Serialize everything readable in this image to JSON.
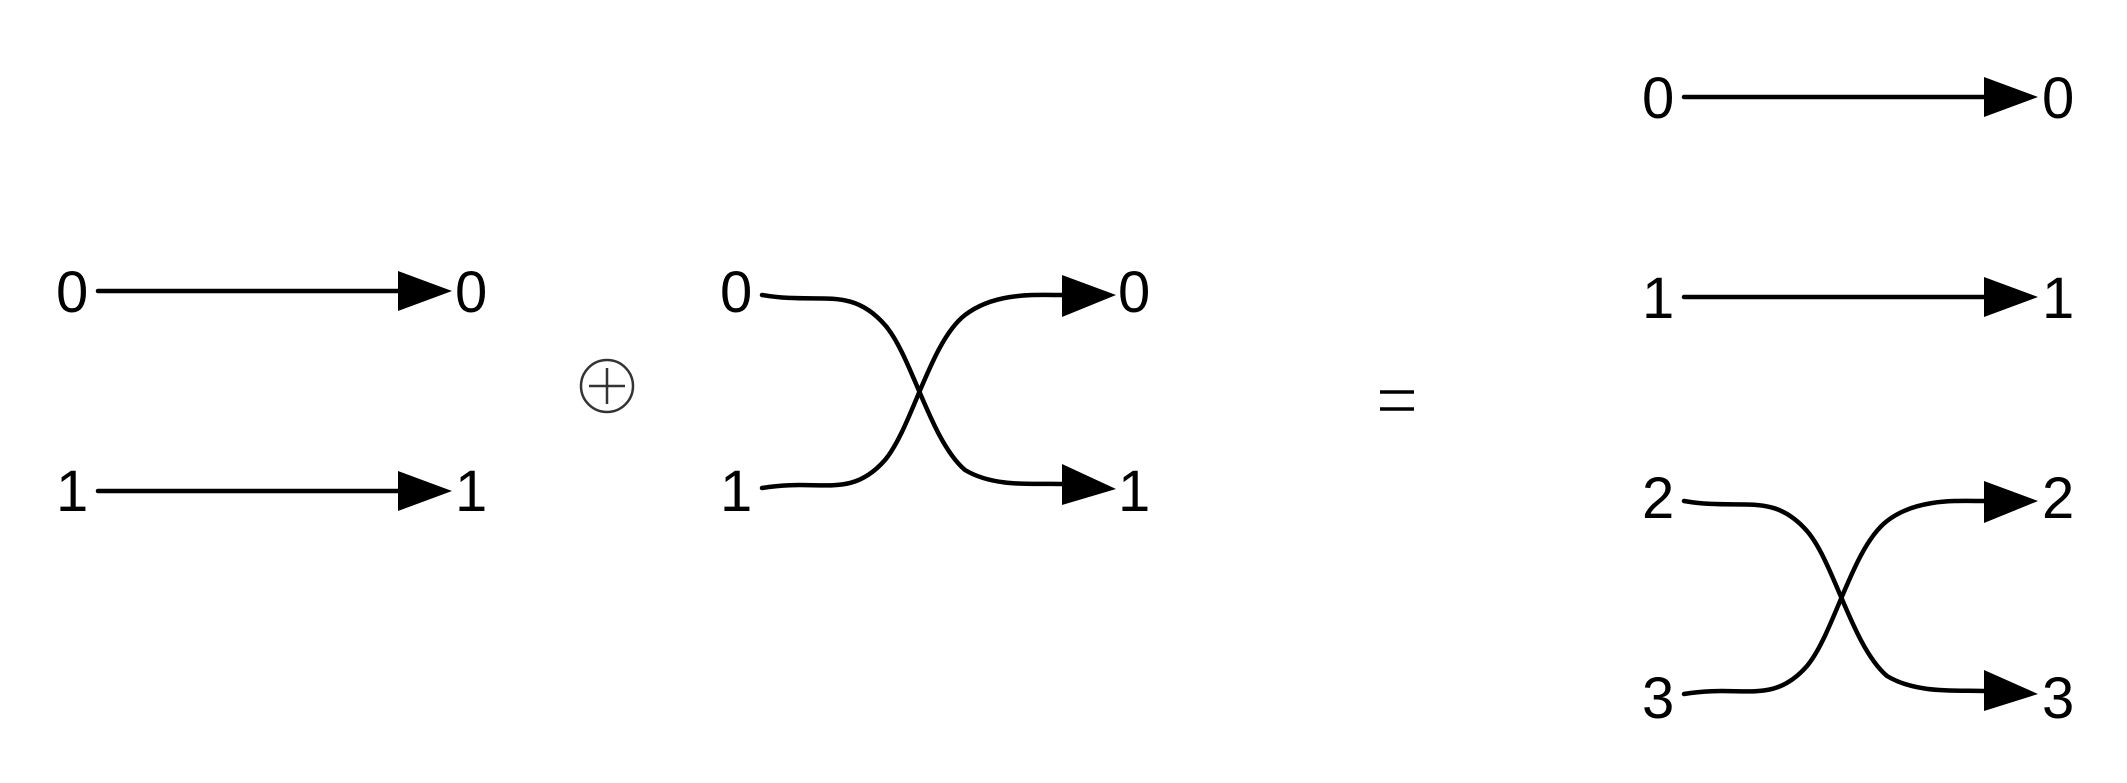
{
  "identity": {
    "inputs": [
      "0",
      "1"
    ],
    "outputs": [
      "0",
      "1"
    ]
  },
  "operator_sum": "⊕",
  "swap": {
    "inputs": [
      "0",
      "1"
    ],
    "outputs": [
      "0",
      "1"
    ]
  },
  "operator_equals": "=",
  "result": {
    "inputs": [
      "0",
      "1",
      "2",
      "3"
    ],
    "outputs": [
      "0",
      "1",
      "2",
      "3"
    ]
  }
}
